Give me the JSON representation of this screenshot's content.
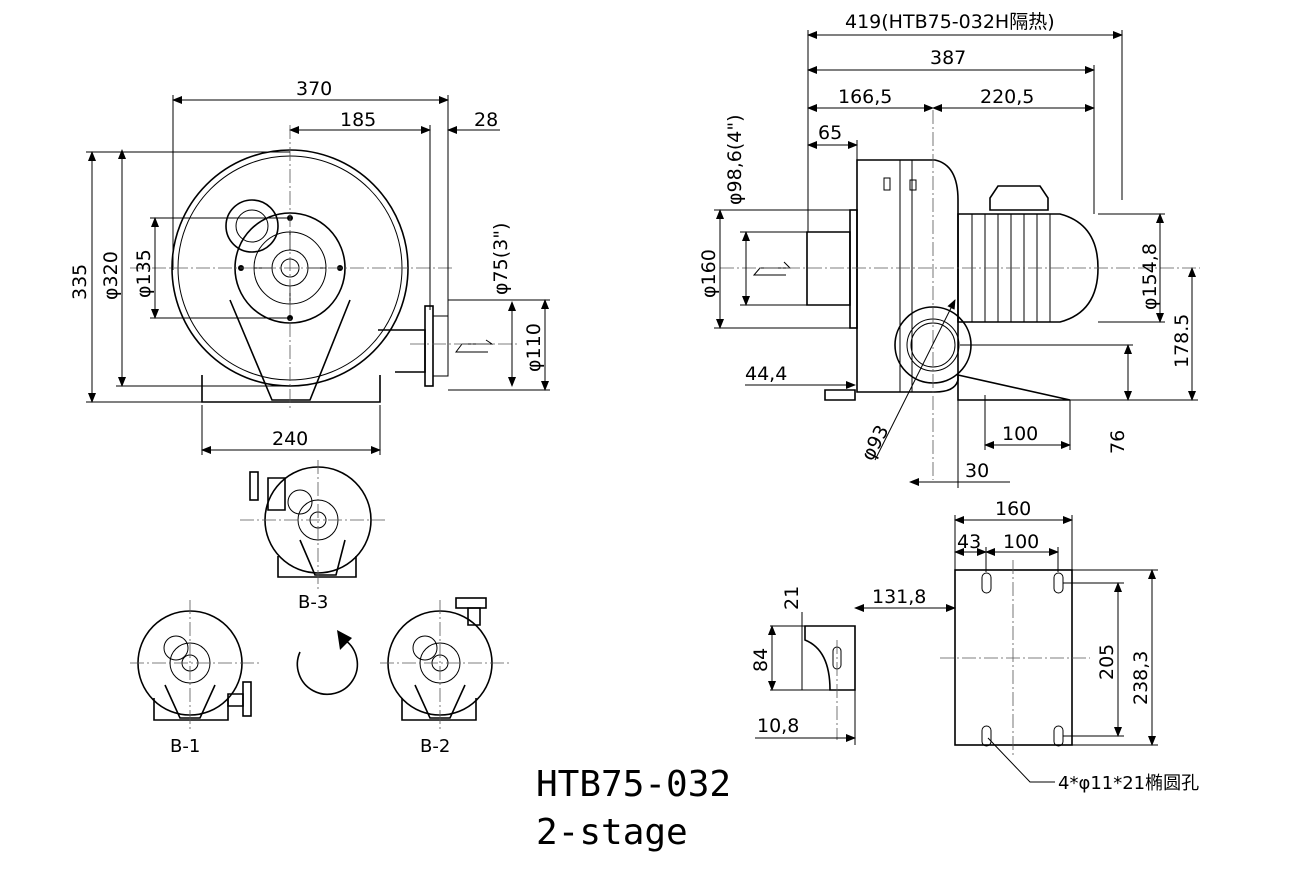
{
  "title": {
    "model": "HTB75-032",
    "stage": "2-stage"
  },
  "front_view": {
    "width_total": "370",
    "width_half": "185",
    "outlet_offset": "28",
    "height_total": "335",
    "housing_dia": "φ320",
    "inlet_bolt_dia": "φ135",
    "outlet_dia": "φ75(3\")",
    "outlet_flange": "φ110",
    "base_width": "240"
  },
  "side_view": {
    "length_insulated": "419(HTB75-032H隔热)",
    "length_total": "387",
    "front_part": "166,5",
    "motor_part": "220,5",
    "inlet_len": "65",
    "inlet_dia": "φ98,6(4\")",
    "inlet_flange": "φ160",
    "motor_dia": "φ154,8",
    "center_height": "178.5",
    "base_offset": "44,4",
    "pcd": "φ93",
    "foot_spacing": "100",
    "foot_offset": "30",
    "foot_height": "76"
  },
  "base_view": {
    "width": "160",
    "edge": "43",
    "hole_spacing": "100",
    "side_offset": "131,8",
    "slot_len": "21",
    "height": "84",
    "thick": "10,8",
    "hole_spacing_y": "205",
    "depth": "238,3",
    "holes_note": "4*φ11*21椭圆孔"
  },
  "orientations": {
    "b3": "B-3",
    "b1": "B-1",
    "b2": "B-2"
  }
}
